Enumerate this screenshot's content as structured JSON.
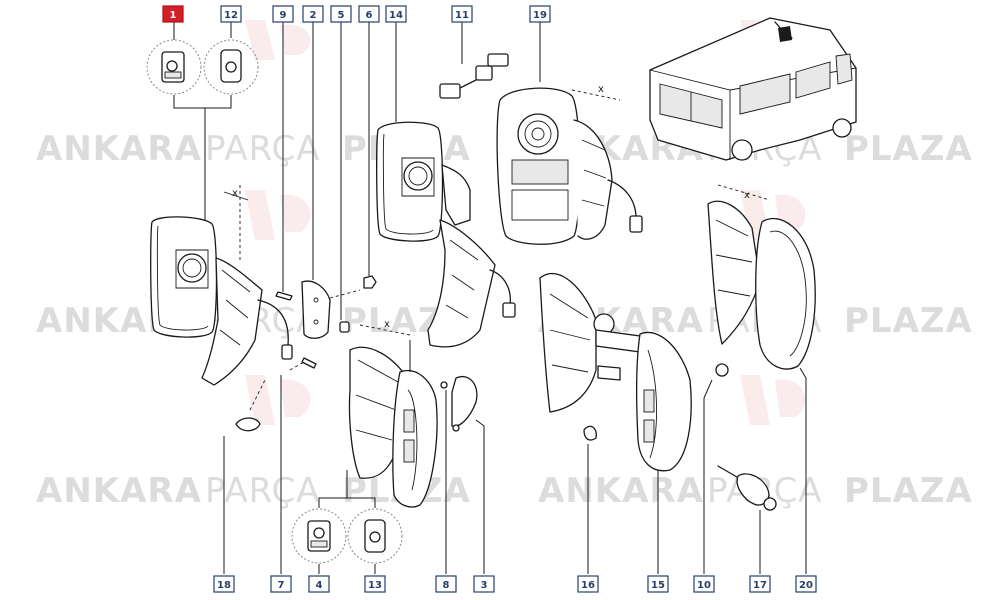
{
  "watermark": {
    "brand_bold_1": "ANKARA",
    "brand_light": "PARÇA",
    "brand_bold_2": "PLAZA"
  },
  "callouts": [
    {
      "number": "1",
      "highlighted": true
    },
    {
      "number": "12",
      "highlighted": false
    },
    {
      "number": "9",
      "highlighted": false
    },
    {
      "number": "2",
      "highlighted": false
    },
    {
      "number": "5",
      "highlighted": false
    },
    {
      "number": "6",
      "highlighted": false
    },
    {
      "number": "14",
      "highlighted": false
    },
    {
      "number": "11",
      "highlighted": false
    },
    {
      "number": "19",
      "highlighted": false
    },
    {
      "number": "18",
      "highlighted": false
    },
    {
      "number": "7",
      "highlighted": false
    },
    {
      "number": "4",
      "highlighted": false
    },
    {
      "number": "13",
      "highlighted": false
    },
    {
      "number": "8",
      "highlighted": false
    },
    {
      "number": "3",
      "highlighted": false
    },
    {
      "number": "16",
      "highlighted": false
    },
    {
      "number": "15",
      "highlighted": false
    },
    {
      "number": "10",
      "highlighted": false
    },
    {
      "number": "17",
      "highlighted": false
    },
    {
      "number": "20",
      "highlighted": false
    }
  ],
  "axis_marks": {
    "x": "x"
  },
  "colors": {
    "callout_border": "#27406b",
    "highlight": "#d32027",
    "line": "#1a1a1a",
    "watermark": "#dcdcdc"
  }
}
